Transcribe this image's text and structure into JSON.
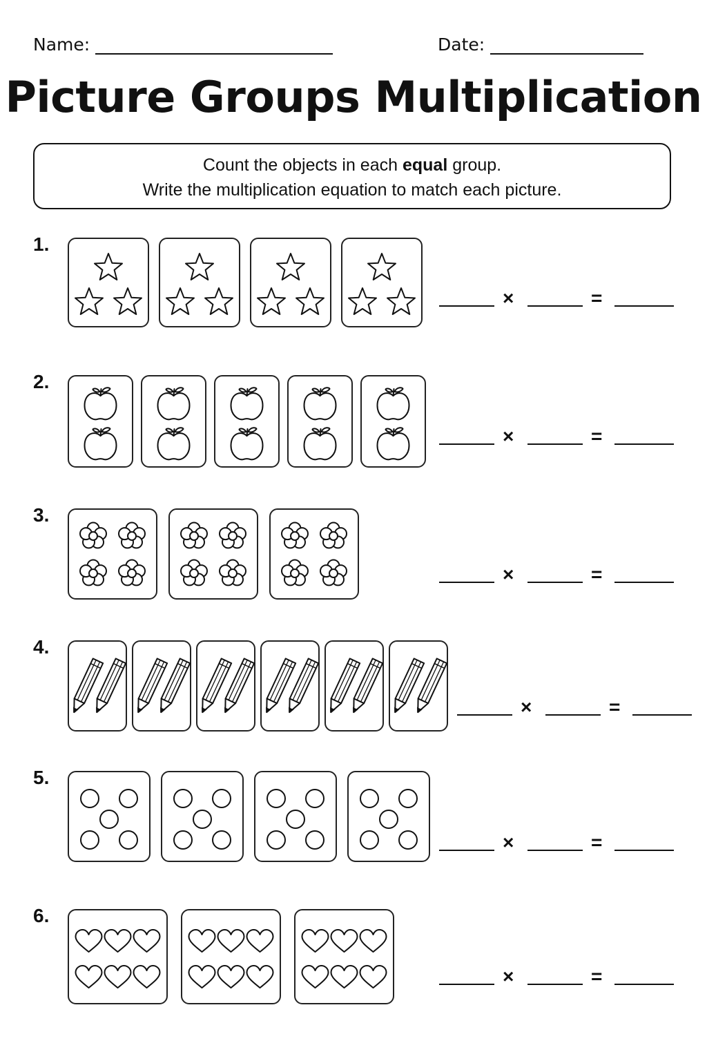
{
  "header": {
    "name_label": "Name:",
    "date_label": "Date:"
  },
  "title": "Picture Groups Multiplication",
  "instructions": {
    "line1_before": "Count the objects in each ",
    "line1_bold": "equal",
    "line1_after": " group.",
    "line2": "Write the multiplication equation to match each picture."
  },
  "equation": {
    "times": "×",
    "equals": "="
  },
  "problems": [
    {
      "number": "1.",
      "object": "star-icon",
      "groups": 4,
      "per_group": 3
    },
    {
      "number": "2.",
      "object": "apple-icon",
      "groups": 5,
      "per_group": 2
    },
    {
      "number": "3.",
      "object": "flower-icon",
      "groups": 3,
      "per_group": 4
    },
    {
      "number": "4.",
      "object": "pencil-icon",
      "groups": 6,
      "per_group": 2
    },
    {
      "number": "5.",
      "object": "circle-icon",
      "groups": 4,
      "per_group": 5
    },
    {
      "number": "6.",
      "object": "heart-icon",
      "groups": 3,
      "per_group": 6
    }
  ]
}
